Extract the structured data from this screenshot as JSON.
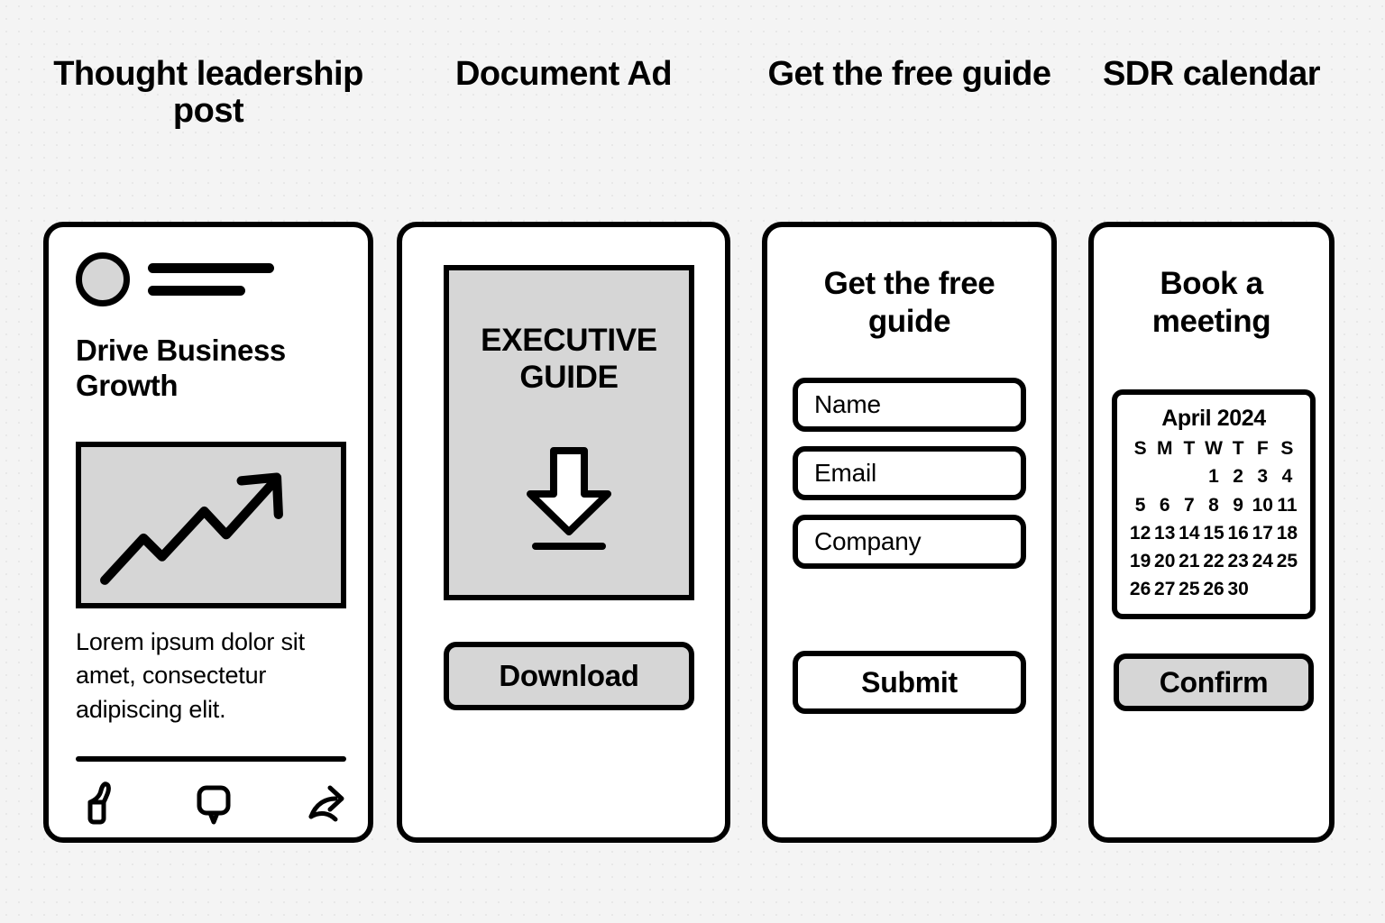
{
  "background": {
    "color": "#f4f4f4",
    "dot_color": "#e6e6e6"
  },
  "accents": {
    "ink": "#000000",
    "gray_fill": "#d6d6d6",
    "card_fill": "#ffffff"
  },
  "columns": [
    {
      "caption": "Thought leadership post",
      "card": {
        "type": "social-post",
        "post_title": "Drive Business Growth",
        "body_text": "Lorem ipsum dolor sit amet, consectetur adipiscing elit.",
        "actions": [
          {
            "name": "like",
            "icon": "thumbs-up-icon"
          },
          {
            "name": "comment",
            "icon": "comment-bubble-icon"
          },
          {
            "name": "share",
            "icon": "share-arrow-icon"
          }
        ]
      }
    },
    {
      "caption": "Document Ad",
      "card": {
        "type": "document-ad",
        "doc_label": "EXECUTIVE GUIDE",
        "doc_icon": "download-arrow-icon",
        "button_label": "Download"
      }
    },
    {
      "caption": "Get the free guide",
      "card": {
        "type": "lead-form",
        "form_title": "Get the free guide",
        "fields": [
          {
            "label": "Name"
          },
          {
            "label": "Email"
          },
          {
            "label": "Company"
          }
        ],
        "submit_label": "Submit"
      }
    },
    {
      "caption": "SDR calendar",
      "card": {
        "type": "calendar-booking",
        "card_title": "Book a meeting",
        "calendar": {
          "month": "April 2024",
          "weekday_headers": [
            "S",
            "M",
            "T",
            "W",
            "T",
            "F",
            "S"
          ],
          "weeks": [
            [
              "",
              "",
              "",
              "1",
              "2",
              "3",
              "4"
            ],
            [
              "5",
              "6",
              "7",
              "8",
              "9",
              "10",
              "11"
            ],
            [
              "12",
              "13",
              "14",
              "15",
              "16",
              "17",
              "18"
            ],
            [
              "19",
              "20",
              "21",
              "22",
              "23",
              "24",
              "25"
            ],
            [
              "26",
              "27",
              "25",
              "26",
              "30",
              "",
              ""
            ]
          ]
        },
        "confirm_label": "Confirm"
      }
    }
  ]
}
